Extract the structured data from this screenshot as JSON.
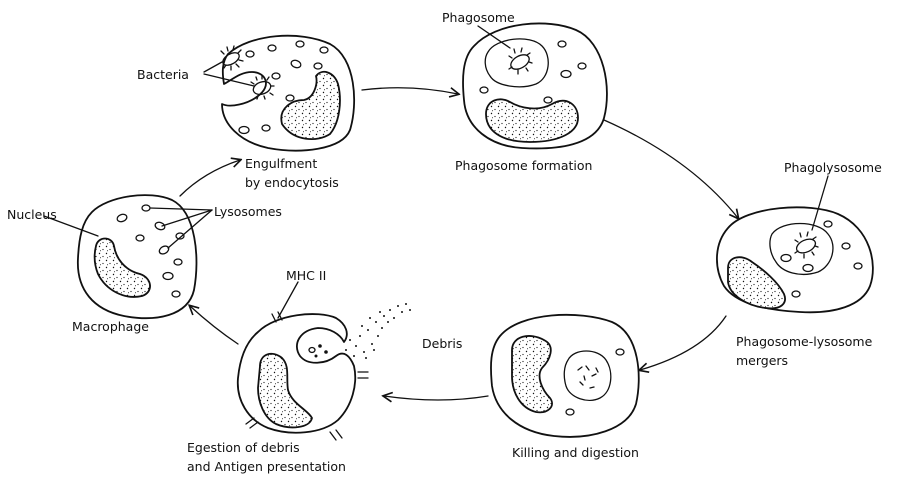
{
  "labels": {
    "bacteria": "Bacteria",
    "phagosome": "Phagosome",
    "phagolysosome": "Phagolysosome",
    "nucleus": "Nucleus",
    "lysosomes": "Lysosomes",
    "mhc": "MHC II",
    "debris": "Debris"
  },
  "steps": {
    "engulfment_line1": "Engulfment",
    "engulfment_line2": "by endocytosis",
    "phagosome_formation": "Phagosome formation",
    "mergers_line1": "Phagosome-lysosome",
    "mergers_line2": "mergers",
    "killing": "Killing and digestion",
    "egestion_line1": "Egestion of debris",
    "egestion_line2": "and Antigen presentation",
    "macrophage": "Macrophage"
  }
}
